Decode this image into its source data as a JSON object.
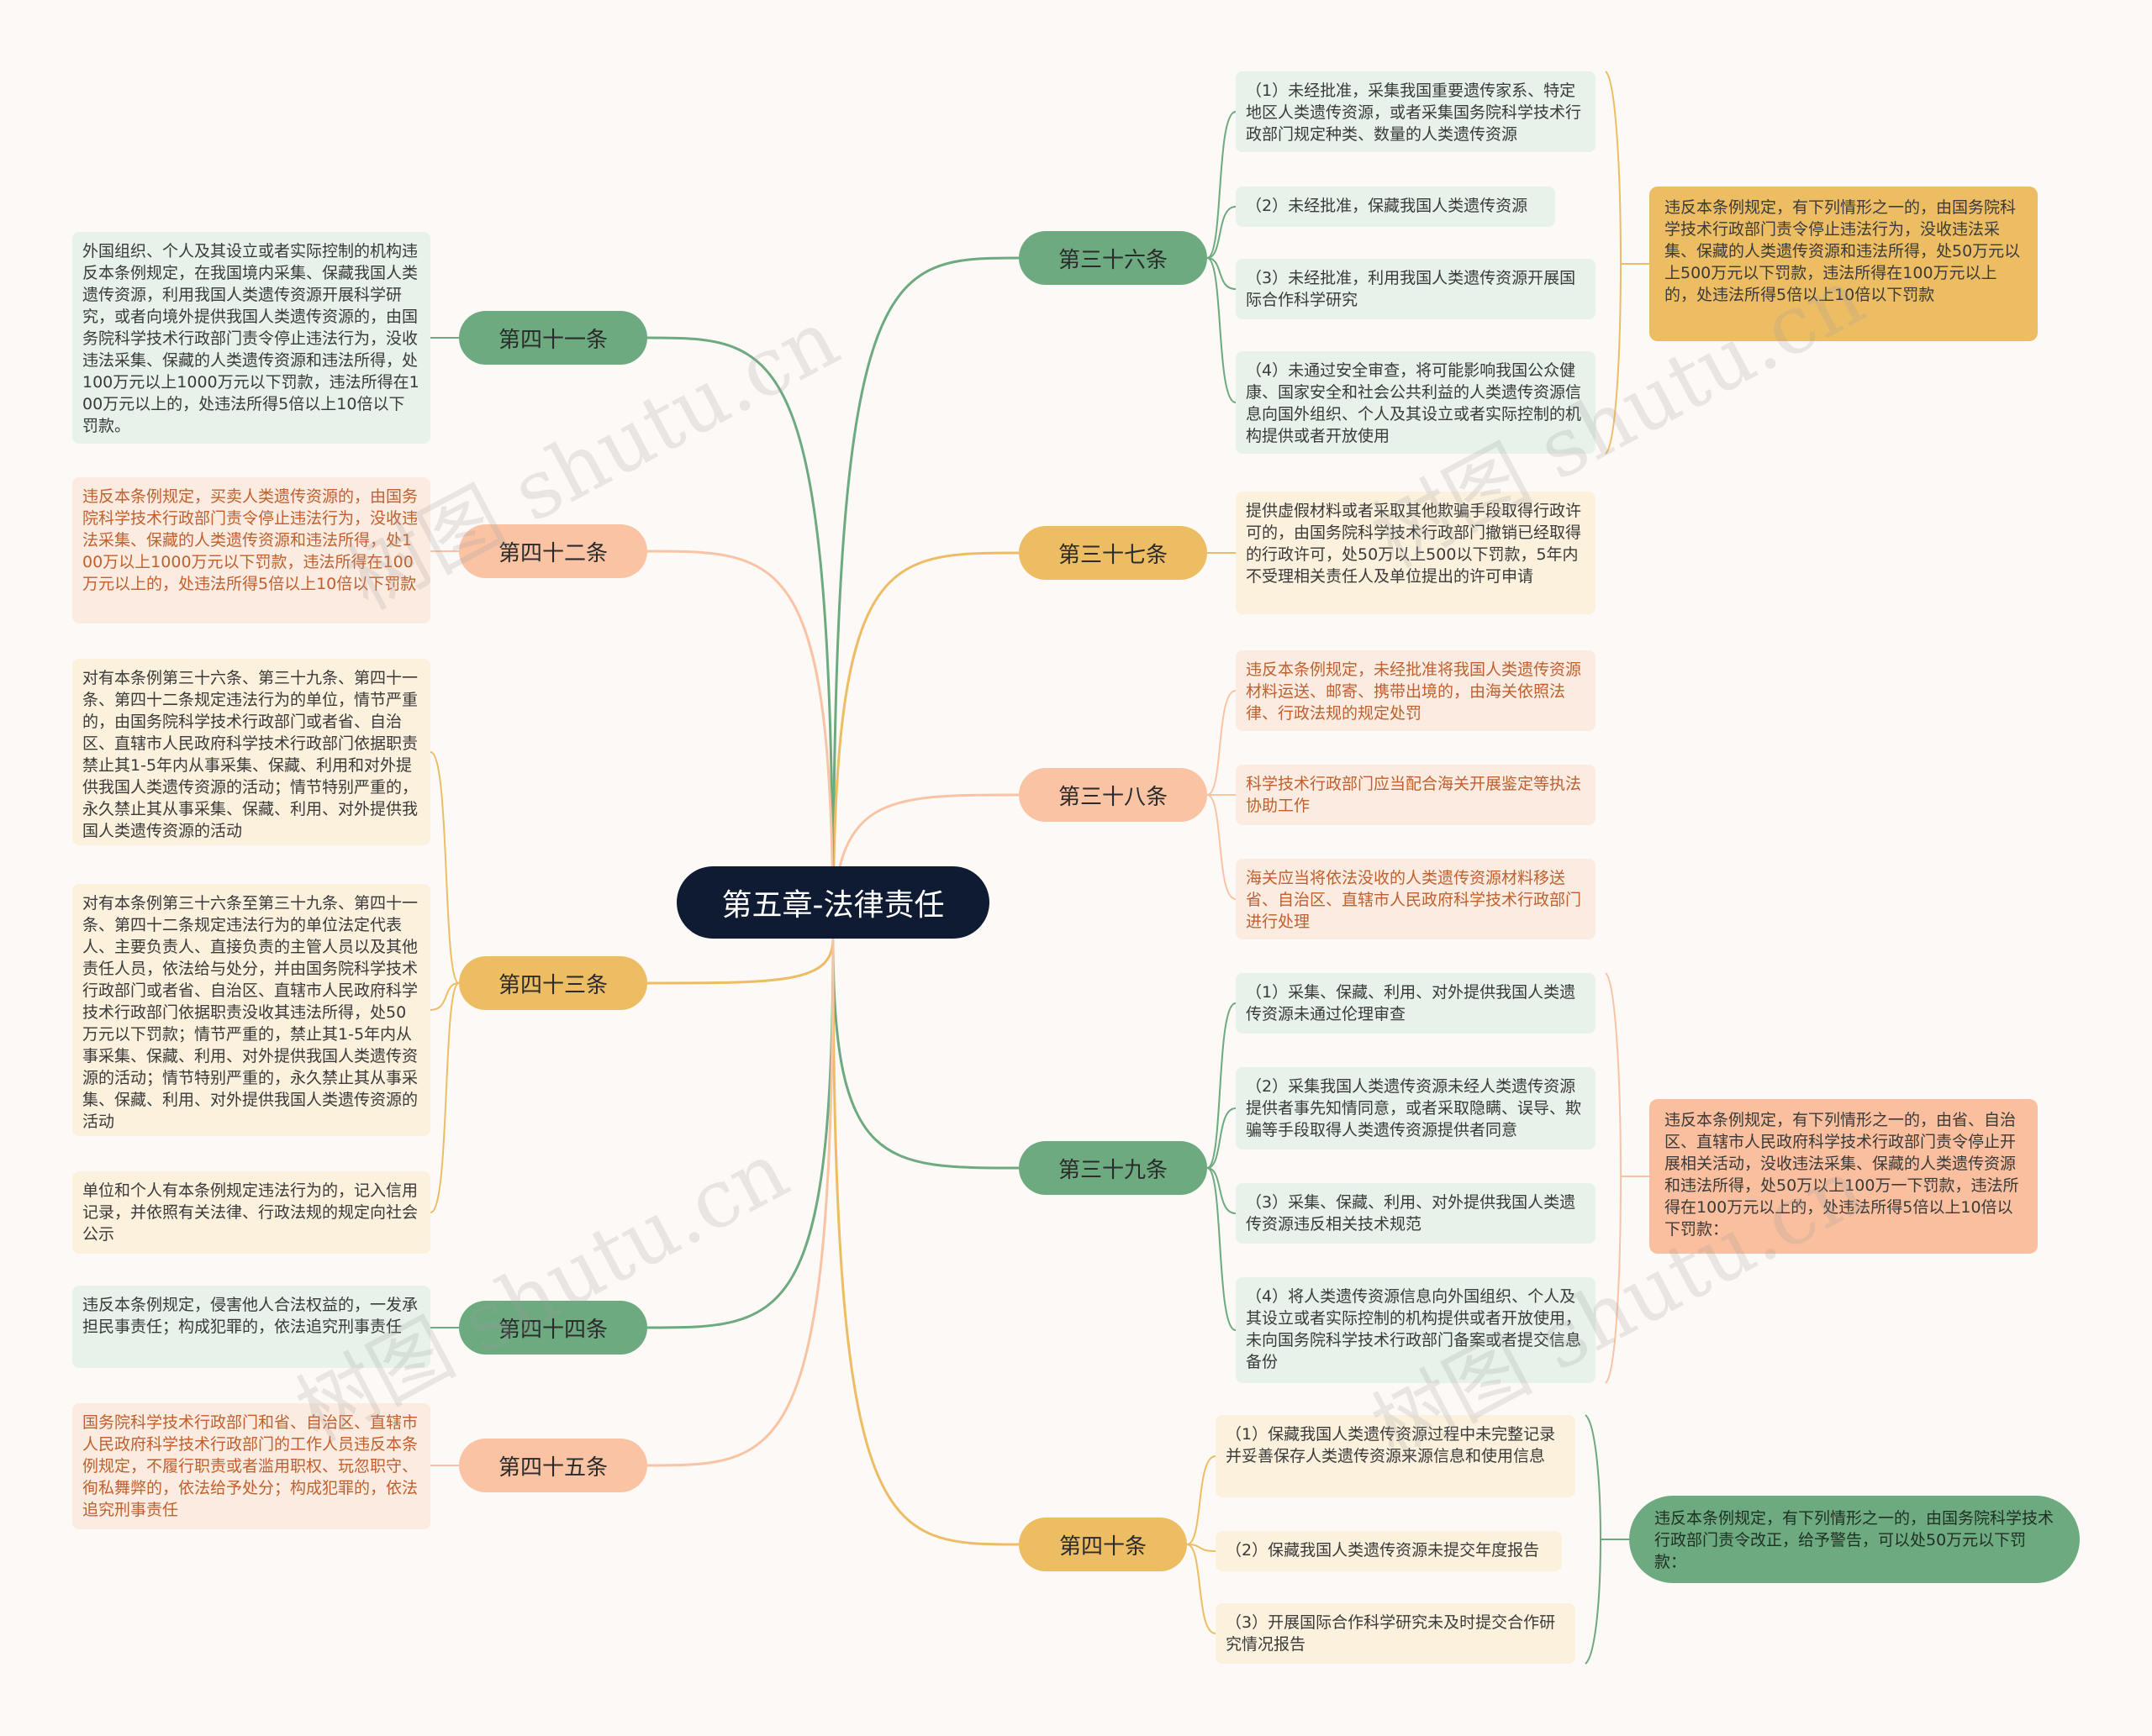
{
  "root": "第五章-法律责任",
  "colors": {
    "root_bg": "#0f1b33",
    "green": "#6daa80",
    "peach": "#f9c3a4",
    "yellow": "#edbd64",
    "green_leaf": "#e6f2ea",
    "peach_leaf": "#fcebe0",
    "yellow_leaf": "#fbf1dd"
  },
  "watermark": "树图 shutu.cn",
  "right_branches": [
    {
      "label": "第三十六条",
      "items": [
        "（1）未经批准，采集我国重要遗传家系、特定地区人类遗传资源，或者采集国务院科学技术行政部门规定种类、数量的人类遗传资源",
        "（2）未经批准，保藏我国人类遗传资源",
        "（3）未经批准，利用我国人类遗传资源开展国际合作科学研究",
        "（4）未通过安全审查，将可能影响我国公众健康、国家安全和社会公共利益的人类遗传资源信息向国外组织、个人及其设立或者实际控制的机构提供或者开放使用"
      ],
      "summary": "违反本条例规定，有下列情形之一的，由国务院科学技术行政部门责令停止违法行为，没收违法采集、保藏的人类遗传资源和违法所得，处50万元以上500万元以下罚款，违法所得在100万元以上的，处违法所得5倍以上10倍以下罚款"
    },
    {
      "label": "第三十七条",
      "items": [
        "提供虚假材料或者采取其他欺骗手段取得行政许可的，由国务院科学技术行政部门撤销已经取得的行政许可，处50万以上500以下罚款，5年内不受理相关责任人及单位提出的许可申请"
      ]
    },
    {
      "label": "第三十八条",
      "items": [
        "违反本条例规定，未经批准将我国人类遗传资源材料运送、邮寄、携带出境的，由海关依照法律、行政法规的规定处罚",
        "科学技术行政部门应当配合海关开展鉴定等执法协助工作",
        "海关应当将依法没收的人类遗传资源材料移送省、自治区、直辖市人民政府科学技术行政部门进行处理"
      ]
    },
    {
      "label": "第三十九条",
      "items": [
        "（1）采集、保藏、利用、对外提供我国人类遗传资源未通过伦理审查",
        "（2）采集我国人类遗传资源未经人类遗传资源提供者事先知情同意，或者采取隐瞒、误导、欺骗等手段取得人类遗传资源提供者同意",
        "（3）采集、保藏、利用、对外提供我国人类遗传资源违反相关技术规范",
        "（4）将人类遗传资源信息向外国组织、个人及其设立或者实际控制的机构提供或者开放使用，未向国务院科学技术行政部门备案或者提交信息备份"
      ],
      "summary": "违反本条例规定，有下列情形之一的，由省、自治区、直辖市人民政府科学技术行政部门责令停止开展相关活动，没收违法采集、保藏的人类遗传资源和违法所得，处50万以上100万一下罚款，违法所得在100万元以上的，处违法所得5倍以上10倍以下罚款："
    },
    {
      "label": "第四十条",
      "items": [
        "（1）保藏我国人类遗传资源过程中未完整记录并妥善保存人类遗传资源来源信息和使用信息",
        "（2）保藏我国人类遗传资源未提交年度报告",
        "（3）开展国际合作科学研究未及时提交合作研究情况报告"
      ],
      "summary": "违反本条例规定，有下列情形之一的，由国务院科学技术行政部门责令改正，给予警告，可以处50万元以下罚款："
    }
  ],
  "left_branches": [
    {
      "label": "第四十一条",
      "items": [
        "外国组织、个人及其设立或者实际控制的机构违反本条例规定，在我国境内采集、保藏我国人类遗传资源，利用我国人类遗传资源开展科学研究，或者向境外提供我国人类遗传资源的，由国务院科学技术行政部门责令停止违法行为，没收违法采集、保藏的人类遗传资源和违法所得，处100万元以上1000万元以下罚款，违法所得在100万元以上的，处违法所得5倍以上10倍以下罚款。"
      ]
    },
    {
      "label": "第四十二条",
      "items": [
        "违反本条例规定，买卖人类遗传资源的，由国务院科学技术行政部门责令停止违法行为，没收违法采集、保藏的人类遗传资源和违法所得，处100万以上1000万元以下罚款，违法所得在100万元以上的，处违法所得5倍以上10倍以下罚款"
      ]
    },
    {
      "label": "第四十三条",
      "items": [
        "对有本条例第三十六条、第三十九条、第四十一条、第四十二条规定违法行为的单位，情节严重的，由国务院科学技术行政部门或者省、自治区、直辖市人民政府科学技术行政部门依据职责禁止其1-5年内从事采集、保藏、利用和对外提供我国人类遗传资源的活动；情节特别严重的，永久禁止其从事采集、保藏、利用、对外提供我国人类遗传资源的活动",
        "对有本条例第三十六条至第三十九条、第四十一条、第四十二条规定违法行为的单位法定代表人、主要负责人、直接负责的主管人员以及其他责任人员，依法给与处分，并由国务院科学技术行政部门或者省、自治区、直辖市人民政府科学技术行政部门依据职责没收其违法所得，处50万元以下罚款；情节严重的，禁止其1-5年内从事采集、保藏、利用、对外提供我国人类遗传资源的活动；情节特别严重的，永久禁止其从事采集、保藏、利用、对外提供我国人类遗传资源的活动",
        "单位和个人有本条例规定违法行为的，记入信用记录，并依照有关法律、行政法规的规定向社会公示"
      ]
    },
    {
      "label": "第四十四条",
      "items": [
        "违反本条例规定，侵害他人合法权益的，一发承担民事责任；构成犯罪的，依法追究刑事责任"
      ]
    },
    {
      "label": "第四十五条",
      "items": [
        "国务院科学技术行政部门和省、自治区、直辖市人民政府科学技术行政部门的工作人员违反本条例规定，不履行职责或者滥用职权、玩忽职守、徇私舞弊的，依法给予处分；构成犯罪的，依法追究刑事责任"
      ]
    }
  ]
}
